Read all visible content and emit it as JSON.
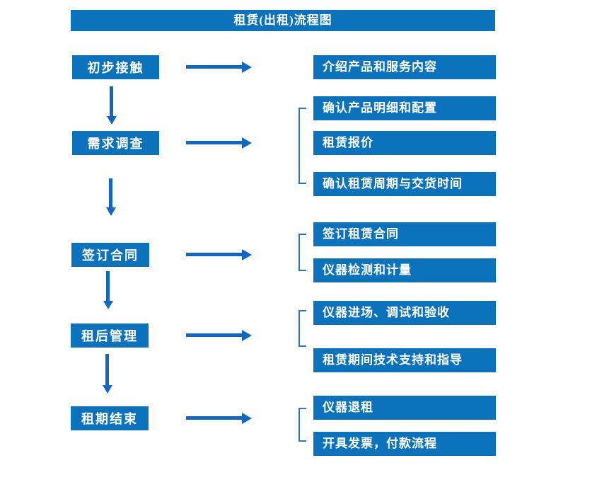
{
  "title": "租赁(出租)流程图",
  "colors": {
    "box_fill": "#0D72BC",
    "arrow": "#1268C0",
    "bracket": "#2E74B5",
    "box_text": "#FFFFFF",
    "background": "#FFFFFF"
  },
  "steps": [
    {
      "label": "初步接触",
      "details": [
        "介绍产品和服务内容"
      ]
    },
    {
      "label": "需求调查",
      "details": [
        "确认产品明细和配置",
        "租赁报价",
        "确认租赁周期与交货时间"
      ]
    },
    {
      "label": "签订合同",
      "details": [
        "签订租赁合同",
        "仪器检测和计量"
      ]
    },
    {
      "label": "租后管理",
      "details": [
        "仪器进场、调试和验收",
        "租赁期间技术支持和指导"
      ]
    },
    {
      "label": "租期结束",
      "details": [
        "仪器退租",
        "开具发票，付款流程"
      ]
    }
  ]
}
